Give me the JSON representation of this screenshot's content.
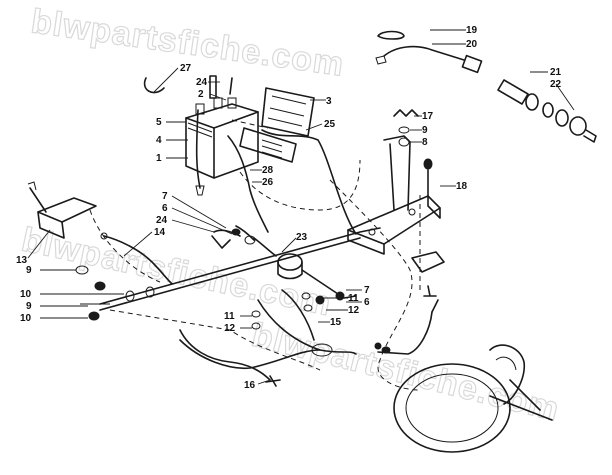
{
  "watermark": {
    "text_top": "blwpartsfiche.com",
    "text_mid": "blwpartsfiche.com",
    "text_bottom": "blwpartsfiche.com"
  },
  "callouts": [
    "1",
    "2",
    "3",
    "4",
    "5",
    "6",
    "6",
    "7",
    "7",
    "8",
    "9",
    "9",
    "9",
    "10",
    "10",
    "11",
    "11",
    "12",
    "12",
    "13",
    "14",
    "15",
    "16",
    "17",
    "18",
    "19",
    "20",
    "21",
    "22",
    "23",
    "24",
    "24",
    "25",
    "26",
    "27",
    "28"
  ],
  "labels": {
    "c1": "1",
    "c2": "2",
    "c3": "3",
    "c4": "4",
    "c5": "5",
    "c6a": "6",
    "c6b": "6",
    "c7a": "7",
    "c7b": "7",
    "c8": "8",
    "c9a": "9",
    "c9b": "9",
    "c9c": "9",
    "c10a": "10",
    "c10b": "10",
    "c11a": "11",
    "c11b": "11",
    "c12a": "12",
    "c12b": "12",
    "c13": "13",
    "c14": "14",
    "c15": "15",
    "c16": "16",
    "c17": "17",
    "c18": "18",
    "c19": "19",
    "c20": "20",
    "c21": "21",
    "c22": "22",
    "c23": "23",
    "c24a": "24",
    "c24b": "24",
    "c25": "25",
    "c26": "26",
    "c27": "27",
    "c28": "28"
  },
  "colors": {
    "line": "#1a1a1a",
    "watermark": "#d9d9d9",
    "background": "#ffffff"
  }
}
